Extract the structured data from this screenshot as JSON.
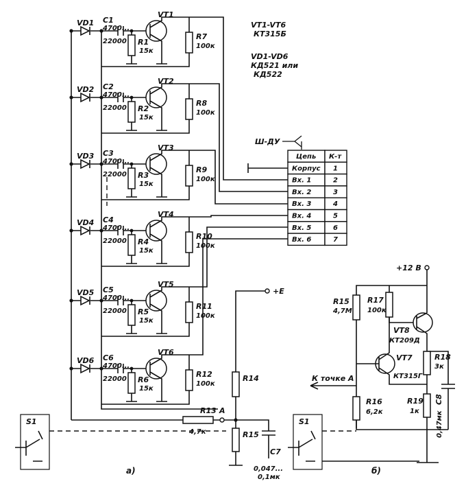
{
  "notes": {
    "transistors": "VT1-VT6",
    "transistor_type": "КТ315Б",
    "diodes": "VD1-VD6",
    "diode_type_line1": "КД521 или",
    "diode_type_line2": "КД522"
  },
  "connector": {
    "label": "Ш-ДУ",
    "header_circuit": "Цепь",
    "header_contact": "К-т",
    "rows": [
      {
        "circuit": "Корпус",
        "contact": "1"
      },
      {
        "circuit": "Вх. 1",
        "contact": "2"
      },
      {
        "circuit": "Вх. 2",
        "contact": "3"
      },
      {
        "circuit": "Вх. 3",
        "contact": "4"
      },
      {
        "circuit": "Вх. 4",
        "contact": "5"
      },
      {
        "circuit": "Вх. 5",
        "contact": "6"
      },
      {
        "circuit": "Вх. 6",
        "contact": "7"
      }
    ]
  },
  "channels": [
    {
      "diode": "VD1",
      "cap": "C1",
      "cap_v1": "4700...",
      "cap_v2": "22000",
      "transistor": "VT1",
      "base_res": "R1",
      "base_res_val": "15к",
      "coll_res": "R7",
      "coll_res_val": "100к"
    },
    {
      "diode": "VD2",
      "cap": "C2",
      "cap_v1": "4700...",
      "cap_v2": "22000",
      "transistor": "VT2",
      "base_res": "R2",
      "base_res_val": "15к",
      "coll_res": "R8",
      "coll_res_val": "100к"
    },
    {
      "diode": "VD3",
      "cap": "C3",
      "cap_v1": "4700...",
      "cap_v2": "22000",
      "transistor": "VT3",
      "base_res": "R3",
      "base_res_val": "15к",
      "coll_res": "R9",
      "coll_res_val": "100к"
    },
    {
      "diode": "VD4",
      "cap": "C4",
      "cap_v1": "4700...",
      "cap_v2": "22000",
      "transistor": "VT4",
      "base_res": "R4",
      "base_res_val": "15к",
      "coll_res": "R10",
      "coll_res_val": "100к"
    },
    {
      "diode": "VD5",
      "cap": "C5",
      "cap_v1": "4700...",
      "cap_v2": "22000",
      "transistor": "VT5",
      "base_res": "R5",
      "base_res_val": "15к",
      "coll_res": "R11",
      "coll_res_val": "100к"
    },
    {
      "diode": "VD6",
      "cap": "C6",
      "cap_v1": "4700...",
      "cap_v2": "22000",
      "transistor": "VT6",
      "base_res": "R6",
      "base_res_val": "15к",
      "coll_res": "R12",
      "coll_res_val": "100к"
    }
  ],
  "part_a": {
    "r13": "R13",
    "r13_val": "4,7к",
    "node_a": "A",
    "r14": "R14",
    "r15": "R15",
    "c7": "C7",
    "c7_val1": "0,047...",
    "c7_val2": "0,1мк",
    "supply": "+E",
    "switch": "S1",
    "caption": "а)"
  },
  "part_b": {
    "supply": "+12 В",
    "r15": "R15",
    "r15_val": "4,7М",
    "r17": "R17",
    "r17_val": "100к",
    "vt8": "VT8",
    "vt8_type": "КТ209Д",
    "vt7": "VT7",
    "vt7_type": "КТ315Г",
    "r18": "R18",
    "r18_val": "3к",
    "c8": "C8",
    "c8_val": "0,47мк",
    "r16": "R16",
    "r16_val": "6,2к",
    "r19": "R19",
    "r19_val": "1к",
    "to_point": "К точке А",
    "switch": "S1",
    "caption": "б)"
  }
}
